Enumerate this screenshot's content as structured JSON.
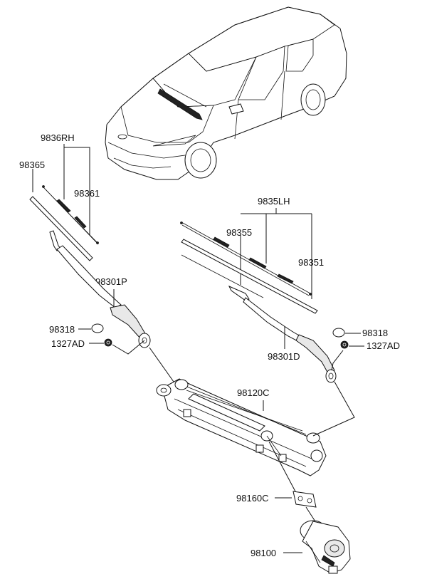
{
  "labels": {
    "p9836RH": "9836RH",
    "p98365": "98365",
    "p98361": "98361",
    "p98301P": "98301P",
    "p98318_left": "98318",
    "p1327AD_left": "1327AD",
    "p9835LH": "9835LH",
    "p98355": "98355",
    "p98351": "98351",
    "p98318_right": "98318",
    "p1327AD_right": "1327AD",
    "p98301D": "98301D",
    "p98120C": "98120C",
    "p98160C": "98160C",
    "p98100": "98100"
  },
  "colors": {
    "line": "#111111",
    "background": "#ffffff"
  }
}
